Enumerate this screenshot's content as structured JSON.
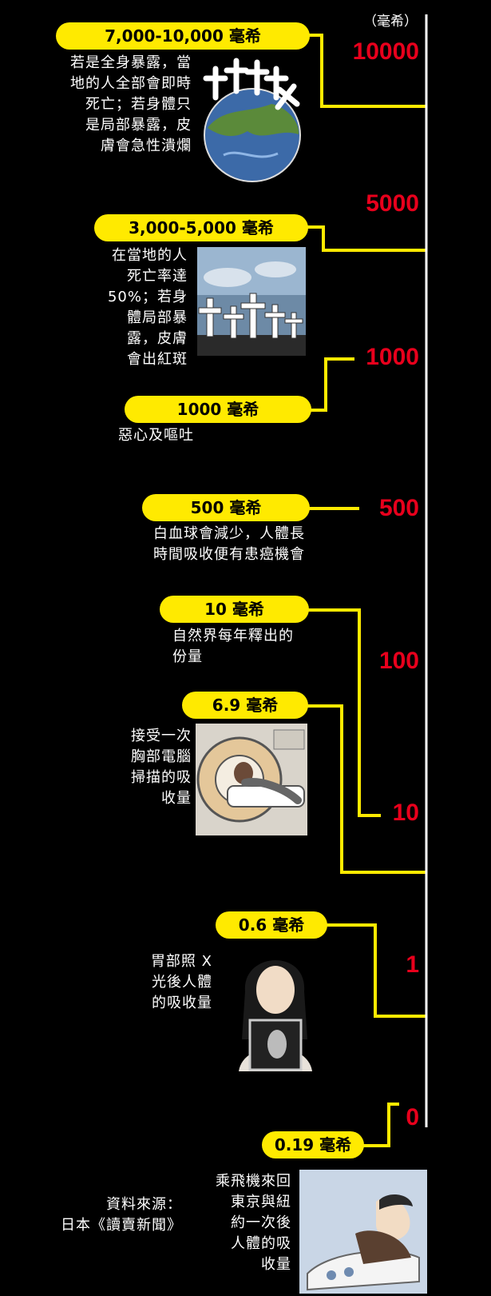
{
  "unit_label": "（毫希）",
  "scale_labels": [
    "10000",
    "5000",
    "1000",
    "500",
    "100",
    "10",
    "1",
    "0"
  ],
  "levels": [
    {
      "label": "7,000-10,000 毫希",
      "desc": [
        "若是全身暴露，當",
        "地的人全部會即時",
        "死亡；若身體只",
        "是局部暴露，皮",
        "膚會急性潰爛"
      ]
    },
    {
      "label": "3,000-5,000 毫希",
      "desc": [
        "在當地的人",
        "死亡率達",
        "50%；若身",
        "體局部暴",
        "露，皮膚",
        "會出紅斑"
      ]
    },
    {
      "label": "1000 毫希",
      "desc": [
        "惡心及嘔吐"
      ]
    },
    {
      "label": "500 毫希",
      "desc": [
        "白血球會減少，人體長",
        "時間吸收便有患癌機會"
      ]
    },
    {
      "label": "10 毫希",
      "desc": [
        "自然界每年釋出的",
        "份量"
      ]
    },
    {
      "label": "6.9 毫希",
      "desc": [
        "接受一次",
        "胸部電腦",
        "掃描的吸",
        "收量"
      ]
    },
    {
      "label": "0.6 毫希",
      "desc": [
        "胃部照 X",
        "光後人體",
        "的吸收量"
      ]
    },
    {
      "label": "0.19 毫希",
      "desc": [
        "乘飛機來回",
        "東京與紐",
        "約一次後",
        "人體的吸",
        "收量"
      ]
    }
  ],
  "source": [
    "資料來源：",
    "日本《讀賣新聞》"
  ],
  "colors": {
    "pill": "#ffea00",
    "connector": "#ffea00",
    "scale_number": "#e8001c",
    "axis": "#ffffff",
    "background": "#000000"
  }
}
